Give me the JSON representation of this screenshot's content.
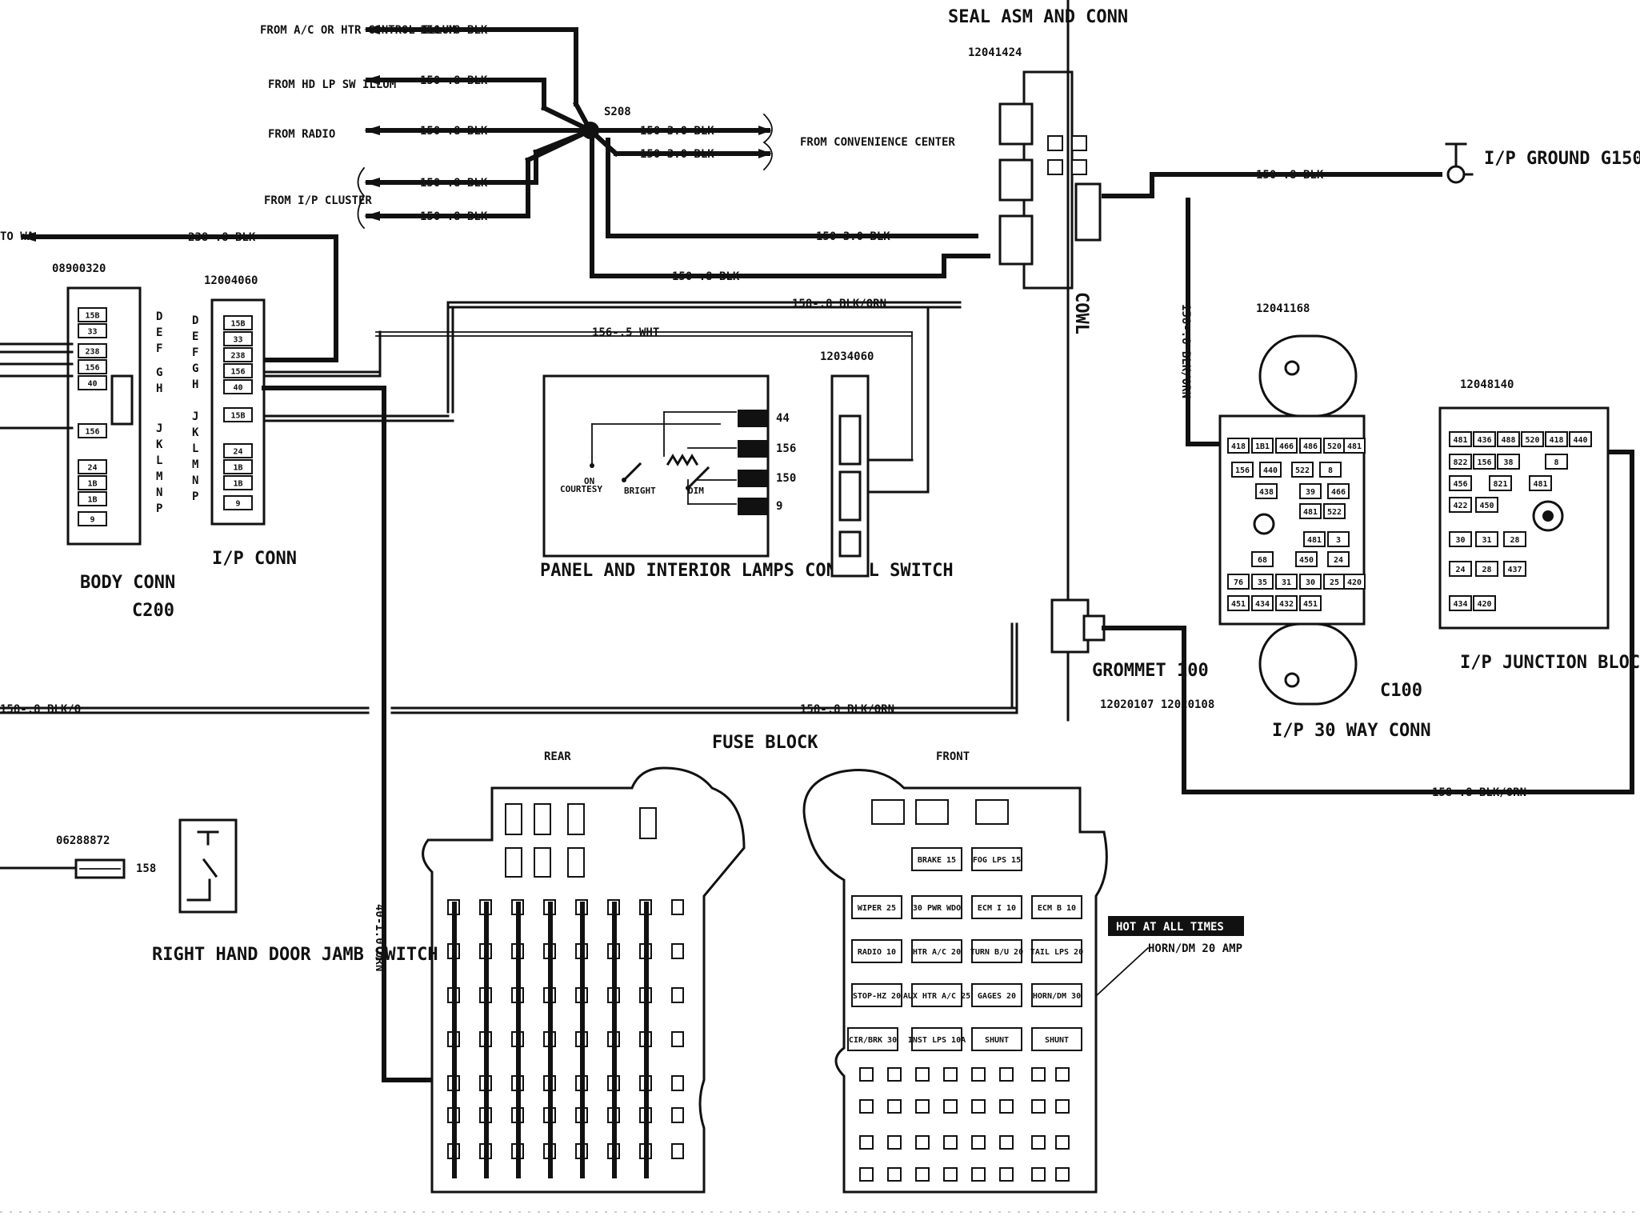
{
  "labels": {
    "from_ac_or_htr": "FROM A/C OR HTR CONTROL ILLUM",
    "from_hd_lp": "FROM HD LP SW ILLUM",
    "from_radio": "FROM RADIO",
    "from_ip_cluster": "FROM I/P CLUSTER",
    "from_conv_center": "FROM CONVENIENCE CENTER",
    "splice_s208": "S208",
    "seal_asm": "SEAL ASM AND CONN",
    "seal_part": "12041424",
    "ip_ground": "I/P GROUND G150",
    "to_wa": "TO WA",
    "body_conn": "BODY CONN",
    "body_part": "08900320",
    "ip_conn": "I/P CONN",
    "ip_conn_part": "12004060",
    "c200": "C200",
    "switch_part": "12034060",
    "lamps_switch": "PANEL AND INTERIOR LAMPS CONTROL SWITCH",
    "cowl": "COWL",
    "grommet": "GROMMET 100",
    "grommet_parts": "12020107 12020108",
    "conn30_part": "12041168",
    "conn30": "I/P 30 WAY CONN",
    "c100": "C100",
    "junction_part": "12048140",
    "junction": "I/P JUNCTION BLOCK",
    "fuse_block": "FUSE BLOCK",
    "rear": "REAR",
    "front": "FRONT",
    "door_switch": "RIGHT HAND DOOR JAMB SWITCH",
    "door_part": "06288872",
    "door_wire": "158",
    "hot": "HOT AT ALL TIMES",
    "horn_dm": "HORN/DM 20 AMP"
  },
  "wires": {
    "w150_8": "150-.8 BLK",
    "w150_3": "150-3.0 BLK",
    "w158": "158-.8 BLK/ORN",
    "w156": "156-.5 WHT",
    "w238": "238-.8 BLK",
    "w40": "40-1.0 ORN",
    "w158_left": "158-.8 BLK/O"
  },
  "connector_pins": {
    "body": [
      "15B",
      "33",
      "238",
      "156",
      "40",
      "156",
      "24",
      "1B",
      "1B",
      "9"
    ],
    "ip": [
      "15B",
      "33",
      "238",
      "156",
      "40",
      "15B",
      "24",
      "1B",
      "1B",
      "9"
    ],
    "ip_letters": [
      "D",
      "E",
      "F",
      "G",
      "H",
      "J",
      "K",
      "L",
      "M",
      "N",
      "P"
    ],
    "body_letters": [
      "D",
      "E",
      "F",
      "G",
      "H",
      "J",
      "K",
      "L",
      "M",
      "N",
      "P"
    ]
  },
  "switch_pins": [
    "44",
    "156",
    "150",
    "9"
  ],
  "switch_contacts": [
    "COURTESY",
    "BRIGHT",
    "DIM",
    "ON"
  ],
  "conn30_pins": [
    "418",
    "1B1",
    "466",
    "486",
    "520",
    "481",
    "156",
    "440",
    "522",
    "8",
    "438",
    "39",
    "466",
    "481",
    "522",
    "481",
    "3",
    "68",
    "450",
    "24",
    "76",
    "35",
    "31",
    "30",
    "25",
    "420",
    "451",
    "434",
    "432",
    "451"
  ],
  "junction_pins": [
    "481",
    "436",
    "488",
    "520",
    "418",
    "440",
    "822",
    "156",
    "38",
    "8",
    "456",
    "821",
    "481",
    "422",
    "450",
    "30",
    "31",
    "28",
    "24",
    "28",
    "437",
    "434",
    "420"
  ],
  "fuses_front": [
    "WIPER 25",
    "30 PWR WDO",
    "ECM I 10",
    "ECM B 10",
    "RADIO 10",
    "HTR A/C 20",
    "TURN B/U 20",
    "TAIL LPS 20",
    "STOP-HZ 20",
    "AUX HTR A/C 25",
    "GAGES 20",
    "HORN/DM 30",
    "CIR/BRK 30",
    "INST LPS 10A",
    "SHUNT",
    "SHUNT",
    "BRAKE 15",
    "FOG LPS 15"
  ]
}
